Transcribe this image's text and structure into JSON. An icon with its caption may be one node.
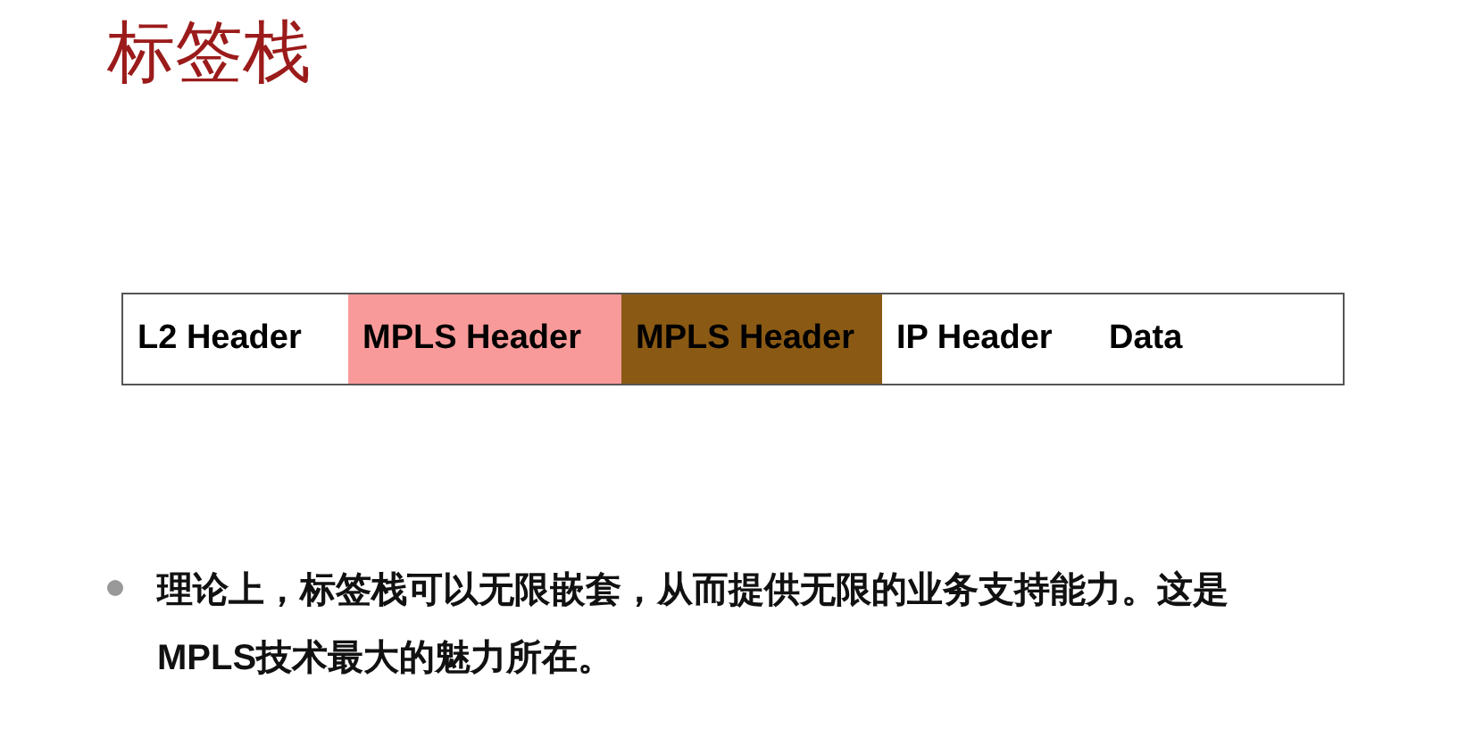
{
  "diagram": {
    "title": "标签栈",
    "nodes": [
      {
        "text": [
          "L2 Header"
        ]
      },
      {
        "text": [
          "MPLS Header"
        ]
      },
      {
        "text": [
          "MPLS Header"
        ]
      },
      {
        "text": [
          "IP Header"
        ]
      },
      {
        "text": [
          "Data"
        ]
      }
    ],
    "labels": [
      "理论上，标签栈可以无限嵌套，从而提供无限的业务支持能力。这是MPLS技术最大的魅力所在。"
    ]
  }
}
